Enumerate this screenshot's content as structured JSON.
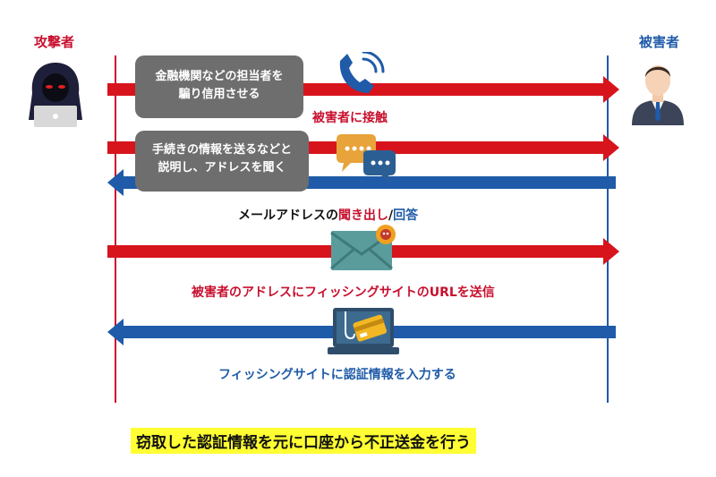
{
  "roles": {
    "attacker": "攻撃者",
    "victim": "被害者"
  },
  "steps": [
    {
      "bubble_line1": "金融機関などの担当者を",
      "bubble_line2": "騙り信用させる",
      "label": "被害者に接触"
    },
    {
      "bubble_line1": "手続きの情報を送るなどと",
      "bubble_line2": "説明し、アドレスを聞く",
      "label_prefix": "メールアドレスの",
      "label_red": "聞き出し",
      "label_sep": "/",
      "label_blue": "回答"
    },
    {
      "label": "被害者のアドレスにフィッシングサイトのURLを送信"
    },
    {
      "label": "フィッシングサイトに認証情報を入力する"
    }
  ],
  "conclusion": "窃取した認証情報を元に口座から不正送金を行う",
  "icons": [
    "hacker-icon",
    "businessman-icon",
    "phone-icon",
    "chat-bubbles-icon",
    "envelope-icon",
    "laptop-phishing-icon"
  ],
  "colors": {
    "red": "#d7141c",
    "blue": "#1f5ba8",
    "bubble": "#6e6e6e",
    "highlight": "#ffff33"
  }
}
